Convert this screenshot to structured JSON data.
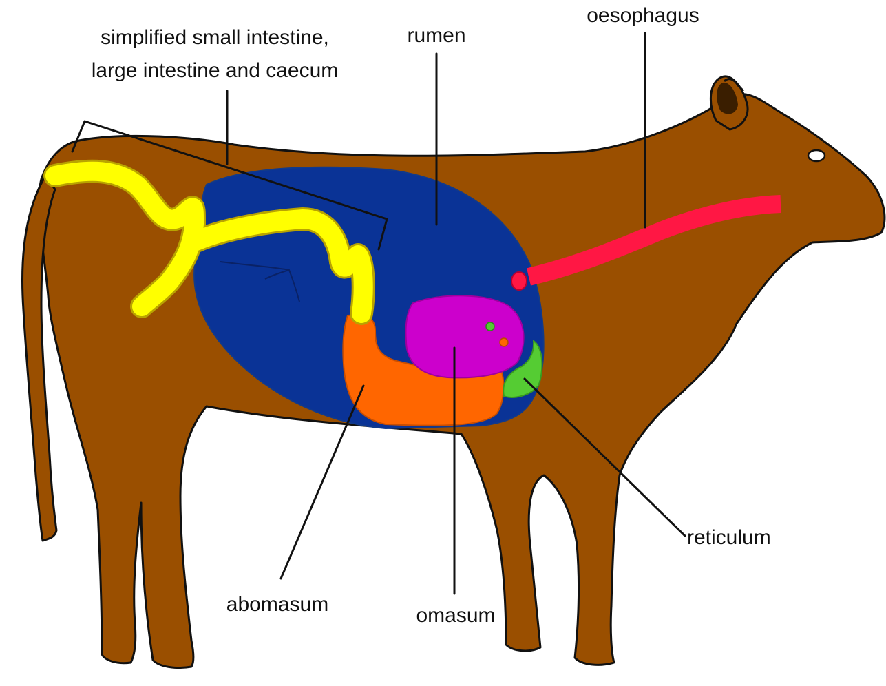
{
  "labels": {
    "intestine_line1": "simplified small intestine,",
    "intestine_line2": "large intestine and caecum",
    "rumen": "rumen",
    "oesophagus": "oesophagus",
    "reticulum": "reticulum",
    "abomasum": "abomasum",
    "omasum": "omasum"
  },
  "colors": {
    "background": "#ffffff",
    "cow_body": "#9a4f00",
    "cow_shadow": "#6b3600",
    "rumen": "#0a3396",
    "intestine": "#ffff00",
    "intestine_edge": "#b9a400",
    "oesophagus": "#ff1744",
    "abomasum": "#ff6600",
    "omasum": "#cc00cc",
    "reticulum": "#55cc33",
    "outline": "#111111"
  }
}
